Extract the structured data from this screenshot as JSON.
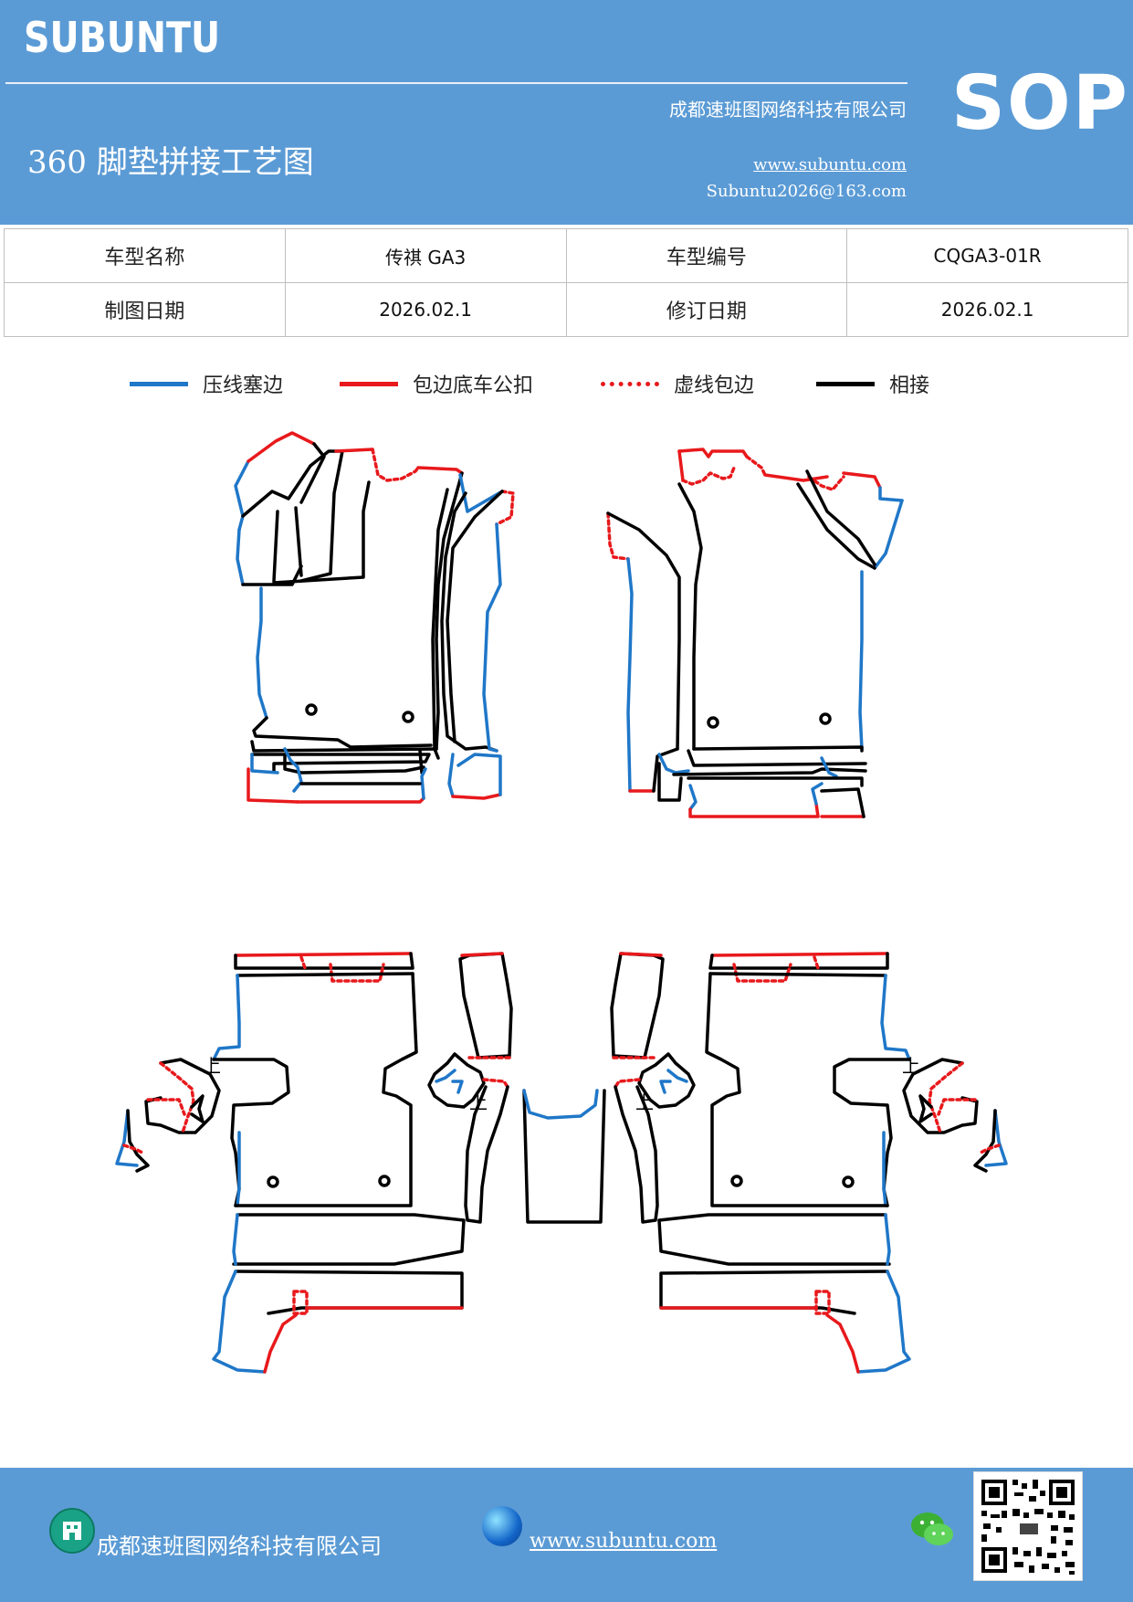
{
  "header": {
    "brand": "SUBUNTU",
    "company": "成都速班图网络科技有限公司",
    "title": "360 脚垫拼接工艺图",
    "website": "www.subuntu.com",
    "email": "Subuntu2026@163.com",
    "badge": "SOP"
  },
  "info": {
    "model_name_label": "车型名称",
    "model_name": "传祺 GA3",
    "model_code_label": "车型编号",
    "model_code": "CQGA3-01R",
    "draw_date_label": "制图日期",
    "draw_date": "2026.02.1",
    "revise_date_label": "修订日期",
    "revise_date": "2026.02.1"
  },
  "legend": [
    {
      "label": "压线塞边",
      "color": "#1f77c8",
      "style": "solid"
    },
    {
      "label": "包边底车公扣",
      "color": "#e8191c",
      "style": "solid"
    },
    {
      "label": "虚线包边",
      "color": "#e8191c",
      "style": "dotted"
    },
    {
      "label": "相接",
      "color": "#000000",
      "style": "solid"
    }
  ],
  "diagram": {
    "mark_text": "上"
  },
  "footer": {
    "company": "成都速班图网络科技有限公司",
    "website": "www.subuntu.com",
    "icons": [
      "company-icon",
      "globe-icon",
      "wechat-icon",
      "qr-code"
    ]
  },
  "colors": {
    "header_bg": "#5b9bd5",
    "blue_edge": "#1f77c8",
    "red_edge": "#e8191c",
    "join": "#000000"
  }
}
